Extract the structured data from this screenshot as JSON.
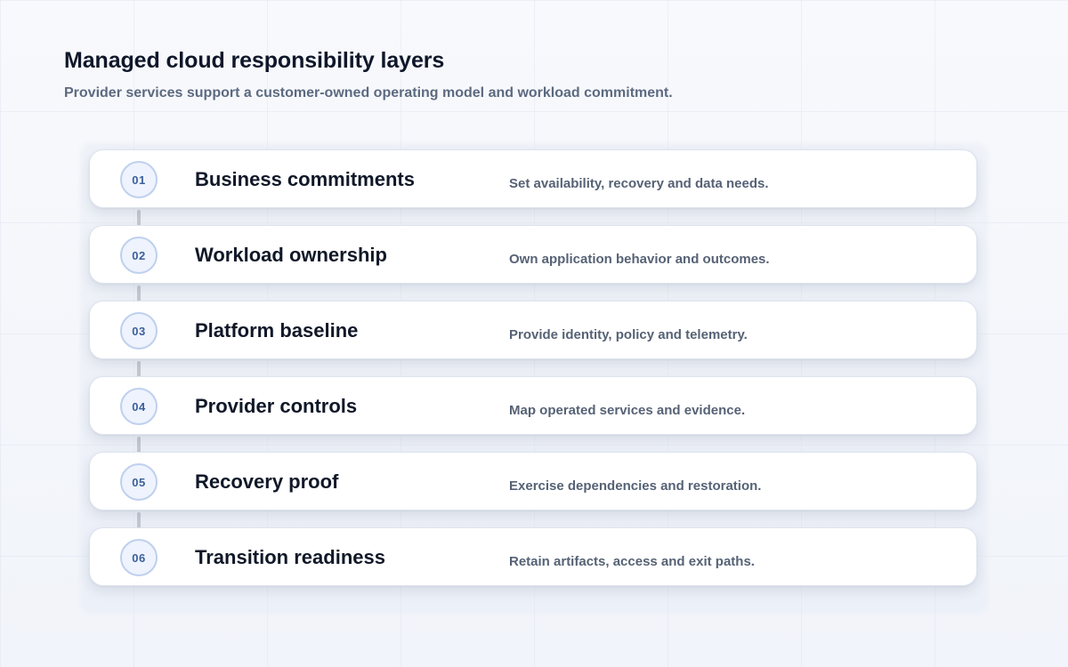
{
  "header": {
    "title": "Managed cloud responsibility layers",
    "subtitle": "Provider services support a customer-owned operating model and workload commitment."
  },
  "layers": [
    {
      "number": "01",
      "title": "Business commitments",
      "description": "Set availability, recovery and data needs."
    },
    {
      "number": "02",
      "title": "Workload ownership",
      "description": "Own application behavior and outcomes."
    },
    {
      "number": "03",
      "title": "Platform baseline",
      "description": "Provide identity, policy and telemetry."
    },
    {
      "number": "04",
      "title": "Provider controls",
      "description": "Map operated services and evidence."
    },
    {
      "number": "05",
      "title": "Recovery proof",
      "description": "Exercise dependencies and restoration."
    },
    {
      "number": "06",
      "title": "Transition readiness",
      "description": "Retain artifacts, access and exit paths."
    }
  ],
  "colors": {
    "badge_fill": "#eef3fd",
    "badge_border": "#bfd0ee",
    "badge_text": "#3c5f9a",
    "connector": "#c4c9d2"
  }
}
